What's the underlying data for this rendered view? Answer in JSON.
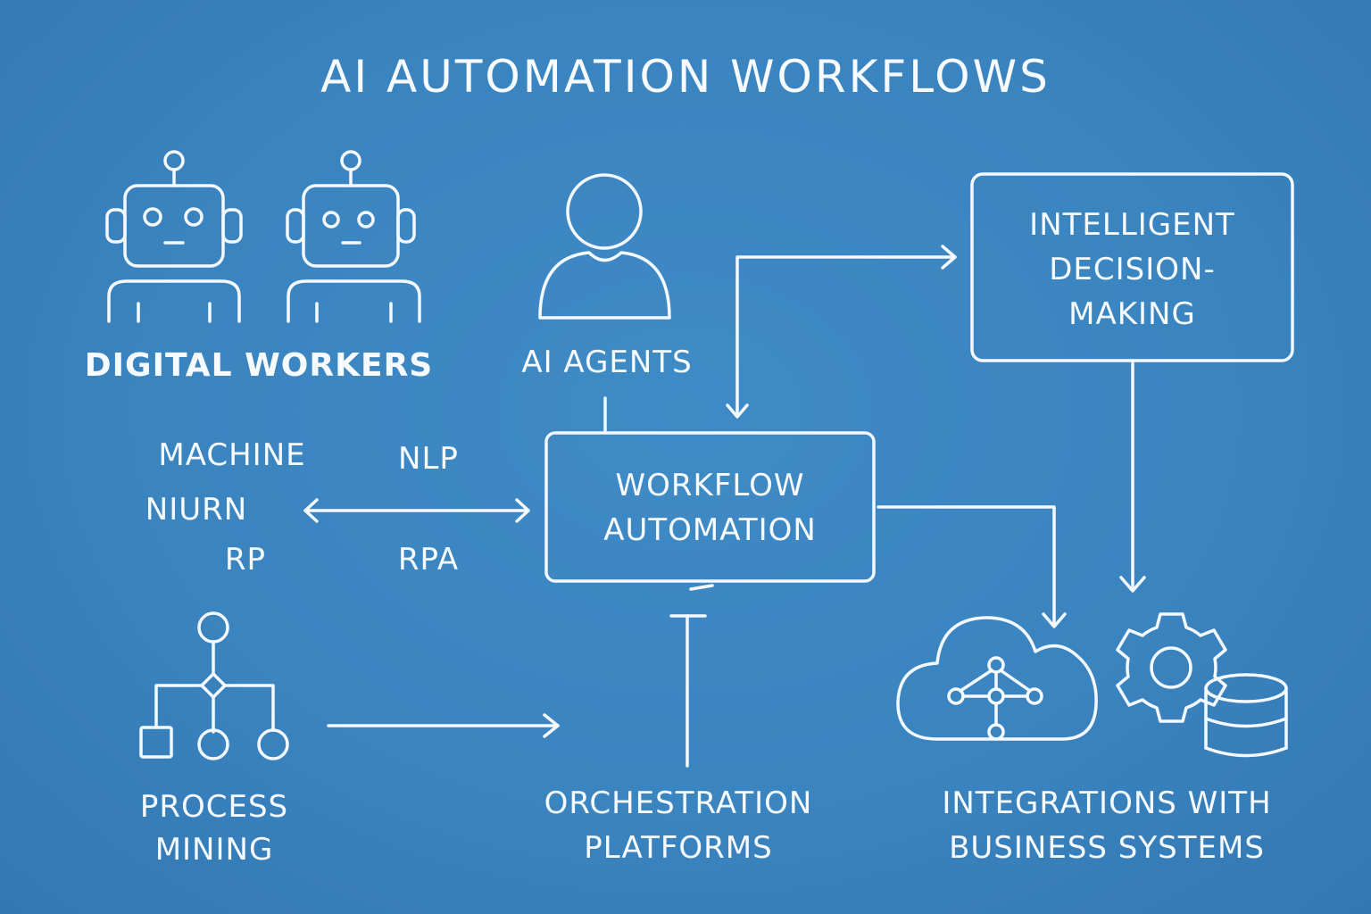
{
  "title": "AI AUTOMATION WORKFLOWS",
  "nodes": {
    "digital_workers": "DIGITAL WORKERS",
    "ai_agents": "AI AGENTS",
    "intelligent_decision": [
      "INTELLIGENT",
      "DECISION-",
      "MAKING"
    ],
    "workflow_automation": [
      "WORKFLOW",
      "AUTOMATION"
    ],
    "process_mining": [
      "PROCESS",
      "MINING"
    ],
    "orchestration_platforms": [
      "ORCHESTRATION",
      "PLATFORMS"
    ],
    "integrations": [
      "INTEGRATIONS WITH",
      "BUSINESS SYSTEMS"
    ]
  },
  "tech_labels": {
    "machine": "MACHINE",
    "niurn": "NIURN",
    "rp": "RP",
    "nlp": "NLP",
    "rpa": "RPA"
  },
  "icons": [
    "robot-icon",
    "robot-icon",
    "person-icon",
    "flowchart-icon",
    "cloud-network-icon",
    "gear-icon",
    "database-icon"
  ],
  "colors": {
    "background": "#3a84c0",
    "stroke": "#f4f9ff"
  }
}
